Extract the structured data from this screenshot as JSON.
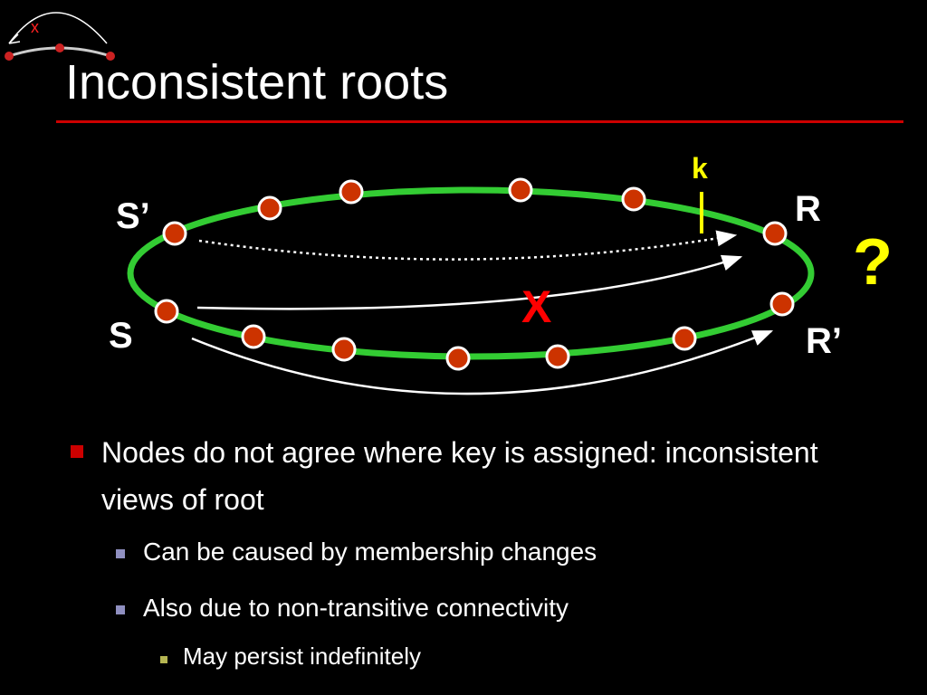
{
  "slide": {
    "title": "Inconsistent roots",
    "colors": {
      "background": "#000000",
      "accent_rule": "#cc0000",
      "ring": "#33cc33",
      "node": "#cc3300",
      "highlight": "#ffff00",
      "cross": "#ff0000"
    }
  },
  "logo": {
    "icon": "ring-arc-logo-icon",
    "mark": "x"
  },
  "diagram": {
    "labels": {
      "s_prime": "S’",
      "s": "S",
      "r": "R",
      "r_prime": "R’",
      "k": "k",
      "question": "?",
      "cross": "X"
    }
  },
  "bullets": {
    "level1": "Nodes do not agree where key is assigned: inconsistent views of root",
    "level2": [
      "Can be caused by membership changes",
      "Also due to non-transitive connectivity"
    ],
    "level3": [
      "May persist indefinitely"
    ]
  }
}
